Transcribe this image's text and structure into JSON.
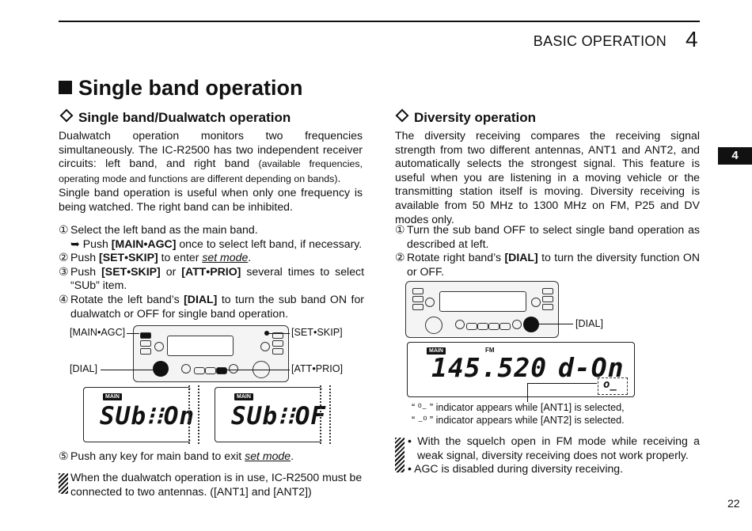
{
  "header": {
    "running_title": "BASIC OPERATION",
    "chapter": "4",
    "side_tab": "4",
    "page_number": "22"
  },
  "section_title": "Single band operation",
  "left": {
    "subtitle": "Single band/Dualwatch operation",
    "para1_main": "Dualwatch operation monitors two frequencies simultaneously. The IC-R2500 has two independent receiver circuits: left band, and right band ",
    "para1_small": "(available frequencies, operating mode and functions are different depending on bands)",
    "para1_end": ".",
    "para2": "Single band operation is useful when only one frequency is being watched. The right band can be inhibited.",
    "steps": [
      {
        "n": "①",
        "pre": "Select the left band as the main band.",
        "key": "",
        "post": ""
      },
      {
        "n": "",
        "pre": "➥ Push ",
        "key": "[MAIN•AGC]",
        "post": " once to select left band, if necessary."
      },
      {
        "n": "②",
        "pre": "Push ",
        "key": "[SET•SKIP]",
        "post": " to enter ",
        "em": "set mode",
        "post2": "."
      },
      {
        "n": "③",
        "pre": "Push ",
        "key": "[SET•SKIP]",
        "mid": " or ",
        "key2": "[ATT•PRIO]",
        "post": " several times to select “SUb” item."
      },
      {
        "n": "④",
        "pre": "Rotate the left band’s ",
        "key": "[DIAL]",
        "post": " to turn the sub band ON for dualwatch or OFF for single band operation."
      }
    ],
    "labels": {
      "main_agc": "[MAIN•AGC]",
      "set_skip": "[SET•SKIP]",
      "dial": "[DIAL]",
      "att_prio": "[ATT•PRIO]"
    },
    "lcd1": {
      "badge": "MAIN",
      "text": "SUb⁝⁝On"
    },
    "lcd2": {
      "badge": "MAIN",
      "text": "SUb⁝⁝OF"
    },
    "step5": {
      "n": "⑤",
      "pre": "Push any key for main band to exit ",
      "em": "set mode",
      "post": "."
    },
    "note": "When the dualwatch operation is in use, IC-R2500 must be connected to two antennas. ([ANT1] and [ANT2])"
  },
  "right": {
    "subtitle": "Diversity operation",
    "para": "The diversity receiving compares the receiving signal strength from two different antennas, ANT1 and ANT2, and automatically selects the strongest signal. This feature is useful when you are listening in a moving vehicle or the transmitting station itself is moving. Diversity receiving is available from 50 MHz to 1300 MHz on FM, P25 and DV modes only.",
    "steps": [
      {
        "n": "①",
        "pre": "Turn the sub band OFF to select single band operation as described at left."
      },
      {
        "n": "②",
        "pre": "Rotate right band’s ",
        "key": "[DIAL]",
        "post": " to turn the diversity function ON or OFF."
      }
    ],
    "dial_label": "[DIAL]",
    "lcd": {
      "badge": "MAIN",
      "mode": "FM",
      "freq": "145.520",
      "func": "d-On",
      "ind": "o̲"
    },
    "indicator1": "“ ⁰₋ ” indicator appears while [ANT1] is selected,",
    "indicator2": "“ ₋⁰ ” indicator appears while [ANT2] is selected.",
    "notes": [
      "• With the squelch open in FM mode while receiving a weak signal, diversity receiving does not work properly.",
      "• AGC is disabled during diversity receiving."
    ]
  }
}
